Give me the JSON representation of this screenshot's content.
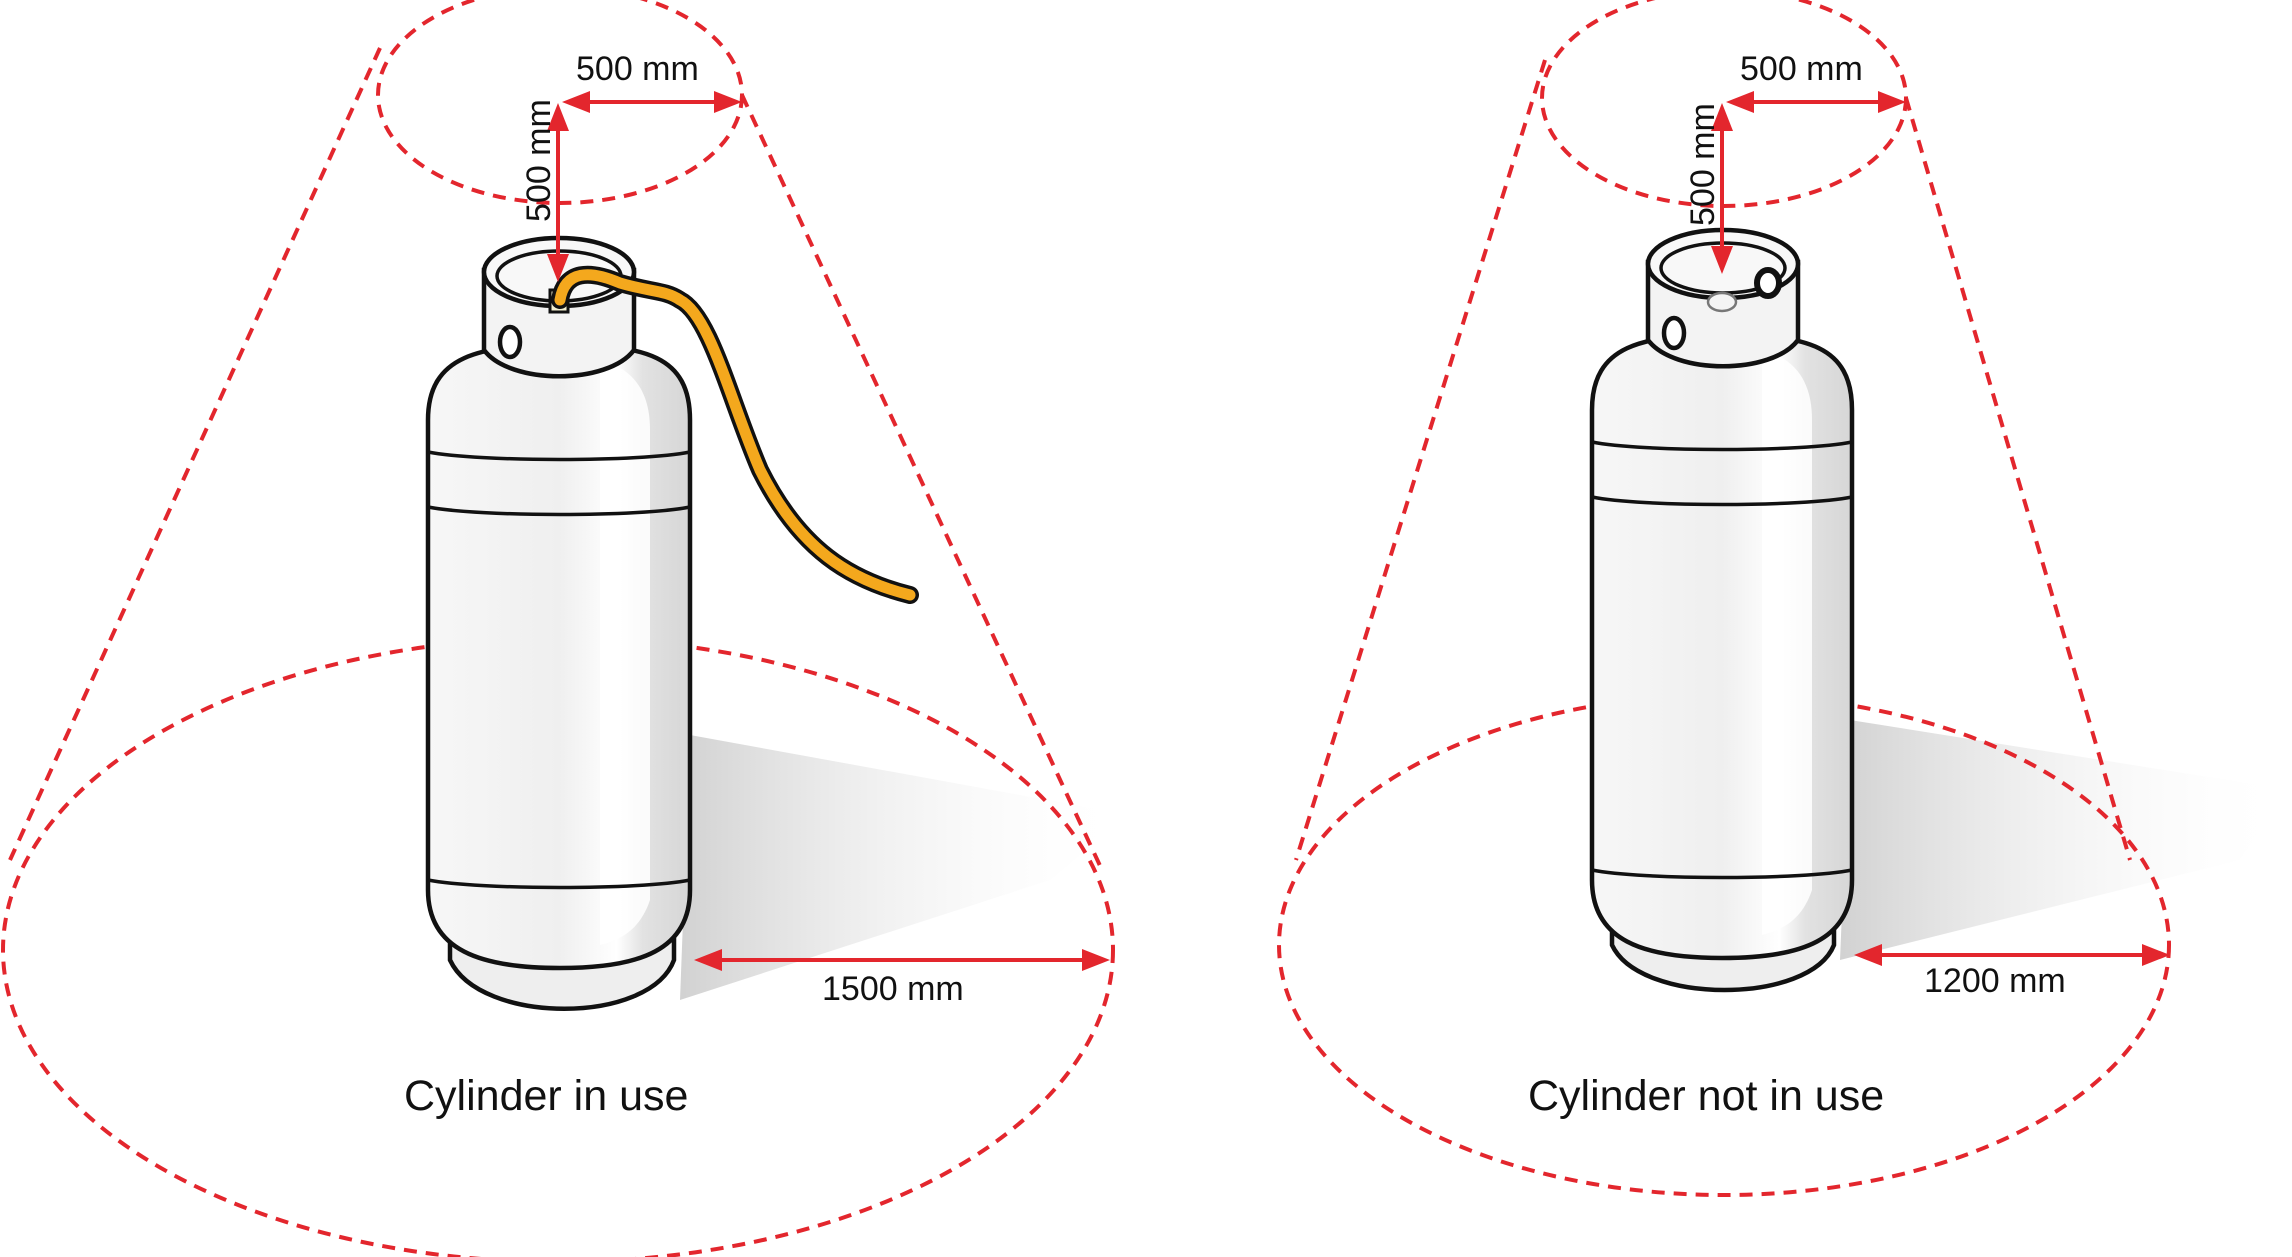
{
  "colors": {
    "zone": "#e3262d",
    "outline": "#111111",
    "body_fill": "#ececec",
    "highlight": "#ffffff",
    "hose": "#f4a81d",
    "shadow": "#d9d9d9"
  },
  "panels": [
    {
      "caption": "Cylinder in use",
      "top_clearance_horizontal": "500 mm",
      "top_clearance_vertical": "500 mm",
      "base_clearance": "1500 mm",
      "hose_connected": true
    },
    {
      "caption": "Cylinder not in use",
      "top_clearance_horizontal": "500 mm",
      "top_clearance_vertical": "500 mm",
      "base_clearance": "1200 mm",
      "hose_connected": false
    }
  ]
}
